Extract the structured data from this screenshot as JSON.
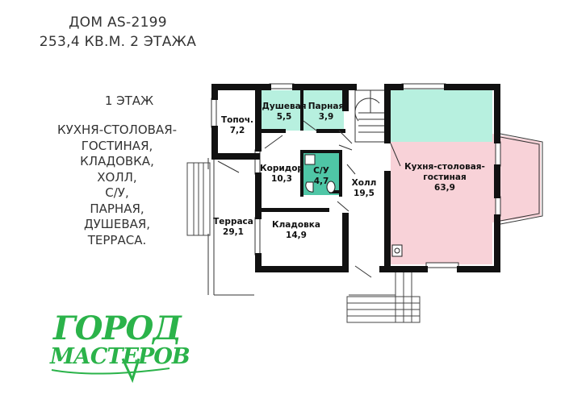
{
  "header": {
    "title_line1": "ДОМ AS-2199",
    "title_line2": "253,4 КВ.М. 2 ЭТАЖА"
  },
  "floor_label": "1 ЭТАЖ",
  "room_list": [
    "КУХНЯ-СТОЛОВАЯ-",
    "ГОСТИНАЯ,",
    "КЛАДОВКА,",
    "ХОЛЛ,",
    "С/У,",
    "ПАРНАЯ,",
    "ДУШЕВАЯ,",
    "ТЕРРАСА."
  ],
  "rooms": {
    "shower": {
      "name": "Душевая",
      "area": "5,5"
    },
    "steam": {
      "name": "Парная",
      "area": "3,9"
    },
    "furnace": {
      "name": "Топоч.",
      "area": "7,2"
    },
    "corridor": {
      "name": "Коридор",
      "area": "10,3"
    },
    "wc": {
      "name": "С/У",
      "area": "4,7"
    },
    "hall": {
      "name": "Холл",
      "area": "19,5"
    },
    "pantry": {
      "name": "Кладовка",
      "area": "14,9"
    },
    "terrace": {
      "name": "Терраса",
      "area": "29,1"
    },
    "kitchen": {
      "name": "Кухня-столовая-",
      "name2": "гостиная",
      "area": "63,9"
    }
  },
  "logo": {
    "line1": "ГОРОД",
    "line2": "МАСТЕРОВ"
  },
  "colors": {
    "wet_room_fill": "#b7f0df",
    "kitchen_fill": "#f8d2d8",
    "wc_fill": "#4fc6a6",
    "wall": "#111111",
    "logo_green": "#2bb34a"
  }
}
